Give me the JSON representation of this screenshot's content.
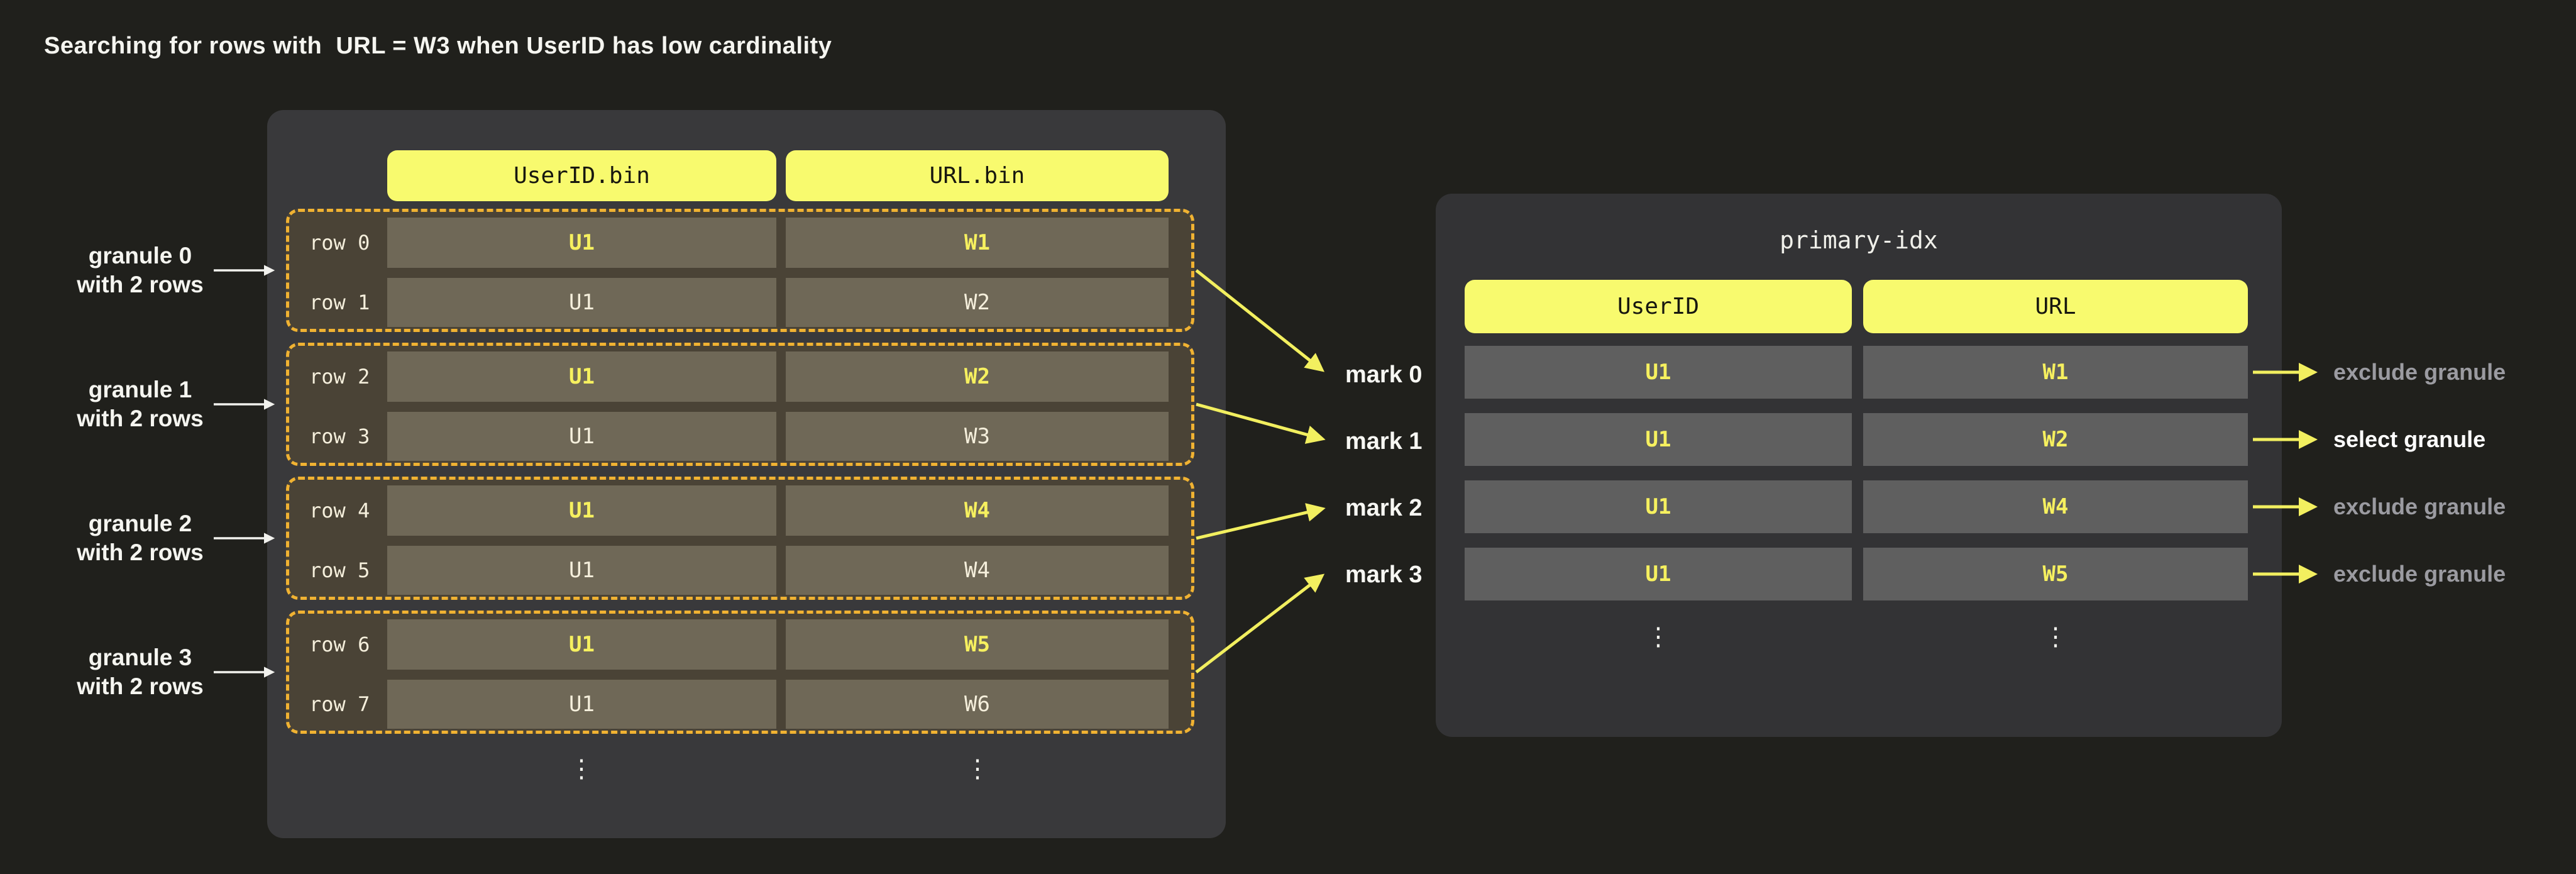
{
  "title": "Searching for rows with  URL = W3 when UserID has low cardinality",
  "colors": {
    "page_bg": "#20201c",
    "panel_bg": "#39393b",
    "index_panel_bg": "#333335",
    "header_yellow": "#f8fa6e",
    "granule_dash_orange": "#f0b232",
    "granule_bg": "#4a4336",
    "bin_cell_bg": "#6f6857",
    "index_cell_bg": "#5f5f5f",
    "value_yellow": "#f6f05f",
    "value_cream": "#f5efdc",
    "arrow_yellow": "#f2ef5f",
    "label_grey": "#9b9ba1",
    "label_white": "#f5f5f0"
  },
  "left_table": {
    "columns": [
      "UserID.bin",
      "URL.bin"
    ],
    "granules": [
      {
        "label": [
          "granule 0",
          "with 2 rows"
        ],
        "rows": [
          {
            "label": "row 0",
            "user_id": "U1",
            "url": "W1"
          },
          {
            "label": "row 1",
            "user_id": "U1",
            "url": "W2"
          }
        ]
      },
      {
        "label": [
          "granule 1",
          "with 2 rows"
        ],
        "rows": [
          {
            "label": "row 2",
            "user_id": "U1",
            "url": "W2"
          },
          {
            "label": "row 3",
            "user_id": "U1",
            "url": "W3"
          }
        ]
      },
      {
        "label": [
          "granule 2",
          "with 2 rows"
        ],
        "rows": [
          {
            "label": "row 4",
            "user_id": "U1",
            "url": "W4"
          },
          {
            "label": "row 5",
            "user_id": "U1",
            "url": "W4"
          }
        ]
      },
      {
        "label": [
          "granule 3",
          "with 2 rows"
        ],
        "rows": [
          {
            "label": "row 6",
            "user_id": "U1",
            "url": "W5"
          },
          {
            "label": "row 7",
            "user_id": "U1",
            "url": "W6"
          }
        ]
      }
    ],
    "ellipsis": "⋮"
  },
  "marks": [
    "mark 0",
    "mark 1",
    "mark 2",
    "mark 3"
  ],
  "primary_index": {
    "title": "primary-idx",
    "columns": [
      "UserID",
      "URL"
    ],
    "rows": [
      {
        "user_id": "U1",
        "url": "W1",
        "action": "exclude granule",
        "selected": false
      },
      {
        "user_id": "U1",
        "url": "W2",
        "action": "select granule",
        "selected": true
      },
      {
        "user_id": "U1",
        "url": "W4",
        "action": "exclude granule",
        "selected": false
      },
      {
        "user_id": "U1",
        "url": "W5",
        "action": "exclude granule",
        "selected": false
      }
    ],
    "ellipsis": "⋮"
  }
}
